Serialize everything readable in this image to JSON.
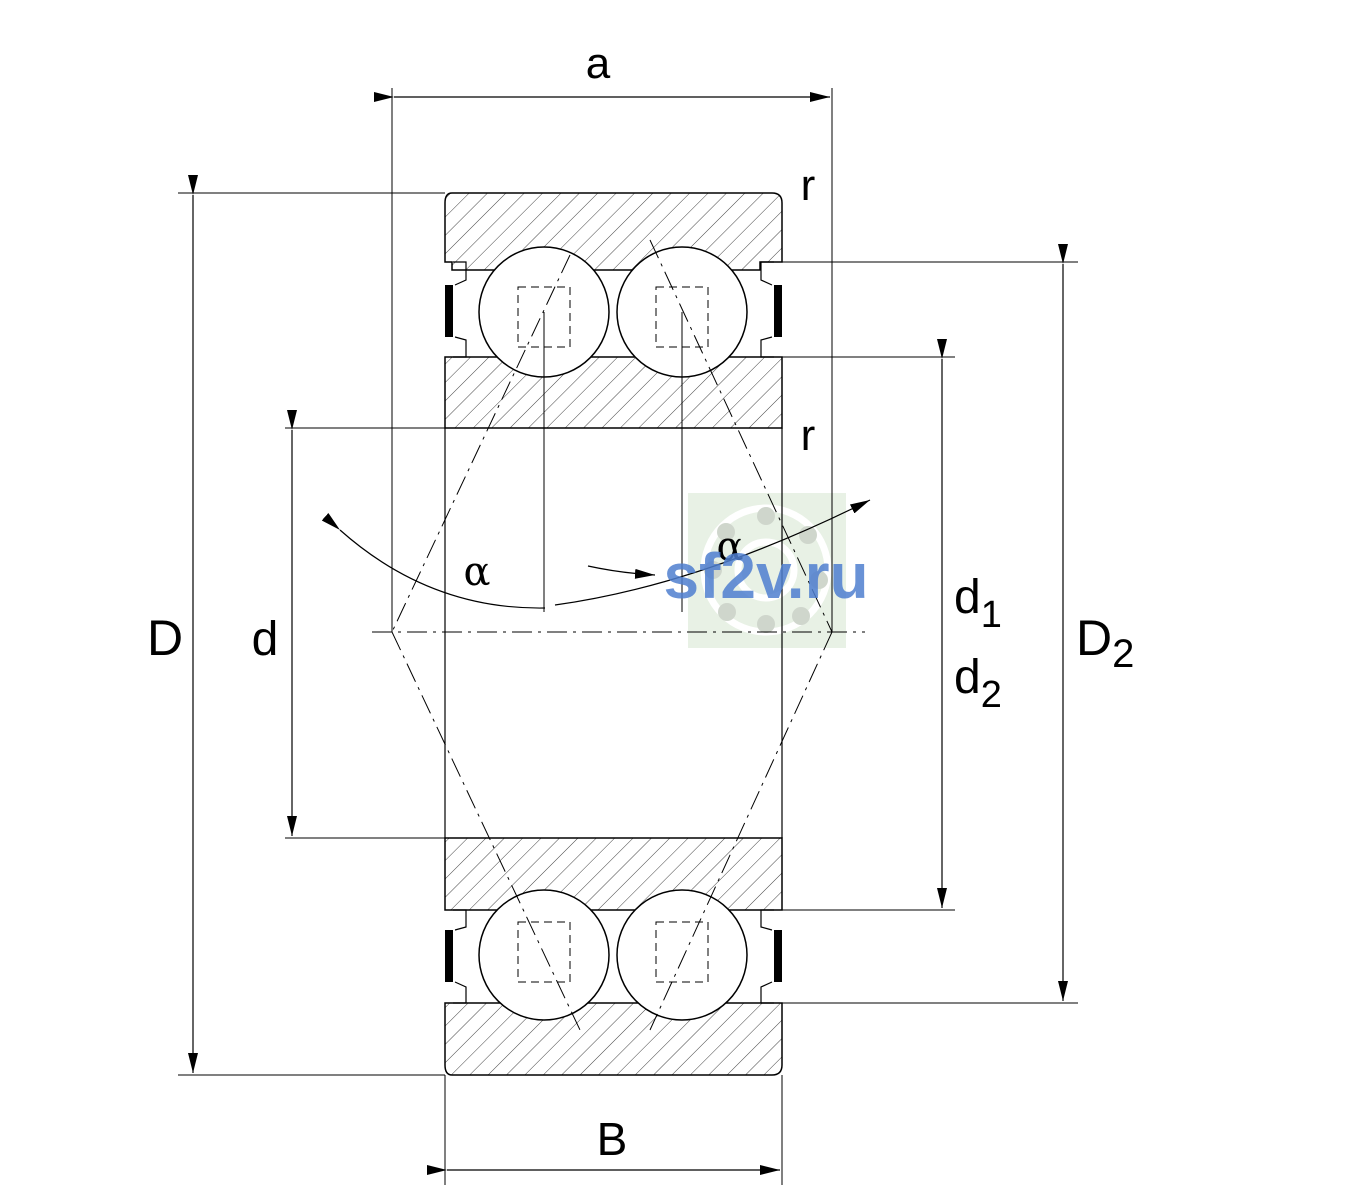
{
  "labels": {
    "a": "a",
    "r_top": "r",
    "r_mid": "r",
    "D": "D",
    "d": "d",
    "alpha_left": "α",
    "alpha_right": "α",
    "d1_main": "d",
    "d1_sub": "1",
    "d2_main": "d",
    "d2_sub": "2",
    "D2_main": "D",
    "D2_sub": "2",
    "B": "B"
  },
  "watermark": {
    "text": "sf2v.ru",
    "text_color": "#4f7fd0",
    "panel_color": "#e6f0e2"
  },
  "colors": {
    "line": "#000000",
    "hatch": "#444444",
    "background": "#ffffff"
  }
}
